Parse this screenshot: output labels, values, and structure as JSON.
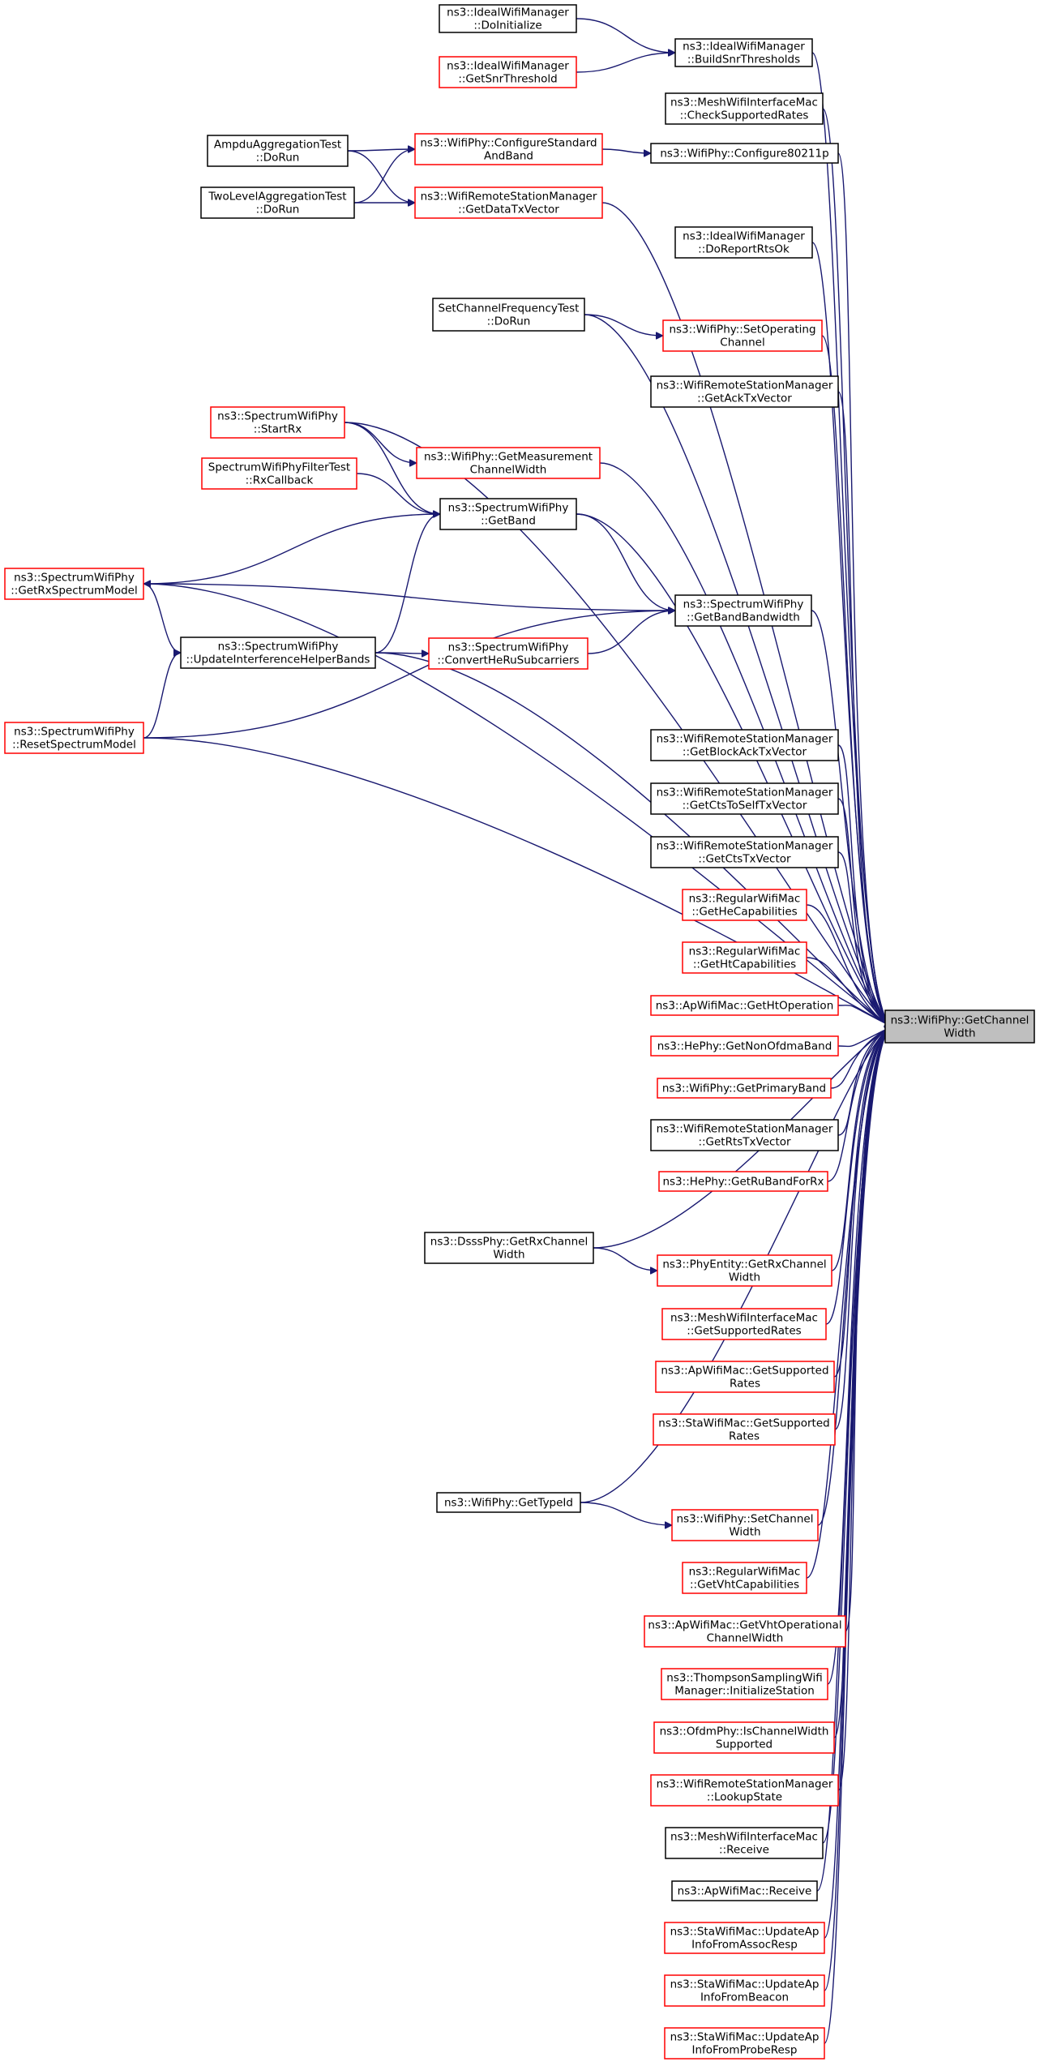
{
  "target": "n_getchannelwidth",
  "nodes": [
    {
      "id": "n_doinit",
      "lines": [
        "ns3::IdealWifiManager",
        "::DoInitialize"
      ],
      "color": "black"
    },
    {
      "id": "n_getsnrthr",
      "lines": [
        "ns3::IdealWifiManager",
        "::GetSnrThreshold"
      ],
      "color": "red"
    },
    {
      "id": "n_buildsnr",
      "lines": [
        "ns3::IdealWifiManager",
        "::BuildSnrThresholds"
      ],
      "color": "black"
    },
    {
      "id": "n_checksupp",
      "lines": [
        "ns3::MeshWifiInterfaceMac",
        "::CheckSupportedRates"
      ],
      "color": "black"
    },
    {
      "id": "n_ampdu",
      "lines": [
        "AmpduAggregationTest",
        "::DoRun"
      ],
      "color": "black"
    },
    {
      "id": "n_twolevel",
      "lines": [
        "TwoLevelAggregationTest",
        "::DoRun"
      ],
      "color": "black"
    },
    {
      "id": "n_configstd",
      "lines": [
        "ns3::WifiPhy::ConfigureStandard",
        "AndBand"
      ],
      "color": "red"
    },
    {
      "id": "n_datatx",
      "lines": [
        "ns3::WifiRemoteStationManager",
        "::GetDataTxVector"
      ],
      "color": "red"
    },
    {
      "id": "n_conf80211p",
      "lines": [
        "ns3::WifiPhy::Configure80211p"
      ],
      "color": "black"
    },
    {
      "id": "n_doreportrts",
      "lines": [
        "ns3::IdealWifiManager",
        "::DoReportRtsOk"
      ],
      "color": "black"
    },
    {
      "id": "n_setchanfreq",
      "lines": [
        "SetChannelFrequencyTest",
        "::DoRun"
      ],
      "color": "black"
    },
    {
      "id": "n_setopchan",
      "lines": [
        "ns3::WifiPhy::SetOperating",
        "Channel"
      ],
      "color": "red"
    },
    {
      "id": "n_acktx",
      "lines": [
        "ns3::WifiRemoteStationManager",
        "::GetAckTxVector"
      ],
      "color": "black"
    },
    {
      "id": "n_startrx",
      "lines": [
        "ns3::SpectrumWifiPhy",
        "::StartRx"
      ],
      "color": "red"
    },
    {
      "id": "n_measchan",
      "lines": [
        "ns3::WifiPhy::GetMeasurement",
        "ChannelWidth"
      ],
      "color": "red"
    },
    {
      "id": "n_rxcallback",
      "lines": [
        "SpectrumWifiPhyFilterTest",
        "::RxCallback"
      ],
      "color": "red"
    },
    {
      "id": "n_getband",
      "lines": [
        "ns3::SpectrumWifiPhy",
        "::GetBand"
      ],
      "color": "black"
    },
    {
      "id": "n_getrxspec",
      "lines": [
        "ns3::SpectrumWifiPhy",
        "::GetRxSpectrumModel"
      ],
      "color": "red"
    },
    {
      "id": "n_bandwidth",
      "lines": [
        "ns3::SpectrumWifiPhy",
        "::GetBandBandwidth"
      ],
      "color": "black"
    },
    {
      "id": "n_updinterf",
      "lines": [
        "ns3::SpectrumWifiPhy",
        "::UpdateInterferenceHelperBands"
      ],
      "color": "black"
    },
    {
      "id": "n_convhe",
      "lines": [
        "ns3::SpectrumWifiPhy",
        "::ConvertHeRuSubcarriers"
      ],
      "color": "red"
    },
    {
      "id": "n_resetspec",
      "lines": [
        "ns3::SpectrumWifiPhy",
        "::ResetSpectrumModel"
      ],
      "color": "red"
    },
    {
      "id": "n_blockack",
      "lines": [
        "ns3::WifiRemoteStationManager",
        "::GetBlockAckTxVector"
      ],
      "color": "black"
    },
    {
      "id": "n_ctstoself",
      "lines": [
        "ns3::WifiRemoteStationManager",
        "::GetCtsToSelfTxVector"
      ],
      "color": "black"
    },
    {
      "id": "n_ctstx",
      "lines": [
        "ns3::WifiRemoteStationManager",
        "::GetCtsTxVector"
      ],
      "color": "black"
    },
    {
      "id": "n_hecap",
      "lines": [
        "ns3::RegularWifiMac",
        "::GetHeCapabilities"
      ],
      "color": "red"
    },
    {
      "id": "n_htcap",
      "lines": [
        "ns3::RegularWifiMac",
        "::GetHtCapabilities"
      ],
      "color": "red"
    },
    {
      "id": "n_htop",
      "lines": [
        "ns3::ApWifiMac::GetHtOperation"
      ],
      "color": "red"
    },
    {
      "id": "n_nonofdma",
      "lines": [
        "ns3::HePhy::GetNonOfdmaBand"
      ],
      "color": "red"
    },
    {
      "id": "n_primaryband",
      "lines": [
        "ns3::WifiPhy::GetPrimaryBand"
      ],
      "color": "red"
    },
    {
      "id": "n_rtstx",
      "lines": [
        "ns3::WifiRemoteStationManager",
        "::GetRtsTxVector"
      ],
      "color": "black"
    },
    {
      "id": "n_ruband",
      "lines": [
        "ns3::HePhy::GetRuBandForRx"
      ],
      "color": "red"
    },
    {
      "id": "n_dsssrx",
      "lines": [
        "ns3::DsssPhy::GetRxChannel",
        "Width"
      ],
      "color": "black"
    },
    {
      "id": "n_phyentrx",
      "lines": [
        "ns3::PhyEntity::GetRxChannel",
        "Width"
      ],
      "color": "red"
    },
    {
      "id": "n_meshsupp",
      "lines": [
        "ns3::MeshWifiInterfaceMac",
        "::GetSupportedRates"
      ],
      "color": "red"
    },
    {
      "id": "n_apsupp",
      "lines": [
        "ns3::ApWifiMac::GetSupported",
        "Rates"
      ],
      "color": "red"
    },
    {
      "id": "n_stasupp",
      "lines": [
        "ns3::StaWifiMac::GetSupported",
        "Rates"
      ],
      "color": "red"
    },
    {
      "id": "n_typeid",
      "lines": [
        "ns3::WifiPhy::GetTypeId"
      ],
      "color": "black"
    },
    {
      "id": "n_setchanw",
      "lines": [
        "ns3::WifiPhy::SetChannel",
        "Width"
      ],
      "color": "red"
    },
    {
      "id": "n_vhtcap",
      "lines": [
        "ns3::RegularWifiMac",
        "::GetVhtCapabilities"
      ],
      "color": "red"
    },
    {
      "id": "n_vhtop",
      "lines": [
        "ns3::ApWifiMac::GetVhtOperational",
        "ChannelWidth"
      ],
      "color": "red"
    },
    {
      "id": "n_thompson",
      "lines": [
        "ns3::ThompsonSamplingWifi",
        "Manager::InitializeStation"
      ],
      "color": "red"
    },
    {
      "id": "n_ischanw",
      "lines": [
        "ns3::OfdmPhy::IsChannelWidth",
        "Supported"
      ],
      "color": "red"
    },
    {
      "id": "n_lookup",
      "lines": [
        "ns3::WifiRemoteStationManager",
        "::LookupState"
      ],
      "color": "red"
    },
    {
      "id": "n_meshrecv",
      "lines": [
        "ns3::MeshWifiInterfaceMac",
        "::Receive"
      ],
      "color": "black"
    },
    {
      "id": "n_aprecv",
      "lines": [
        "ns3::ApWifiMac::Receive"
      ],
      "color": "black"
    },
    {
      "id": "n_upassoc",
      "lines": [
        "ns3::StaWifiMac::UpdateAp",
        "InfoFromAssocResp"
      ],
      "color": "red"
    },
    {
      "id": "n_upbeacon",
      "lines": [
        "ns3::StaWifiMac::UpdateAp",
        "InfoFromBeacon"
      ],
      "color": "red"
    },
    {
      "id": "n_upprobe",
      "lines": [
        "ns3::StaWifiMac::UpdateAp",
        "InfoFromProbeResp"
      ],
      "color": "red"
    },
    {
      "id": "n_getchannelwidth",
      "lines": [
        "ns3::WifiPhy::GetChannel",
        "Width"
      ],
      "color": "target"
    }
  ],
  "edges": [
    [
      "n_doinit",
      "n_buildsnr"
    ],
    [
      "n_getsnrthr",
      "n_buildsnr"
    ],
    [
      "n_ampdu",
      "n_configstd"
    ],
    [
      "n_ampdu",
      "n_datatx"
    ],
    [
      "n_twolevel",
      "n_configstd"
    ],
    [
      "n_twolevel",
      "n_datatx"
    ],
    [
      "n_configstd",
      "n_conf80211p"
    ],
    [
      "n_setchanfreq",
      "n_setopchan"
    ],
    [
      "n_startrx",
      "n_measchan"
    ],
    [
      "n_startrx",
      "n_getband"
    ],
    [
      "n_rxcallback",
      "n_getband"
    ],
    [
      "n_getband",
      "n_getrxspec"
    ],
    [
      "n_getband",
      "n_bandwidth"
    ],
    [
      "n_getrxspec",
      "n_bandwidth"
    ],
    [
      "n_getrxspec",
      "n_updinterf"
    ],
    [
      "n_updinterf",
      "n_getband"
    ],
    [
      "n_updinterf",
      "n_convhe"
    ],
    [
      "n_convhe",
      "n_bandwidth"
    ],
    [
      "n_resetspec",
      "n_updinterf"
    ],
    [
      "n_resetspec",
      "n_bandwidth"
    ],
    [
      "n_dsssrx",
      "n_phyentrx"
    ],
    [
      "n_typeid",
      "n_setchanw"
    ],
    [
      "n_buildsnr",
      "n_getchannelwidth"
    ],
    [
      "n_checksupp",
      "n_getchannelwidth"
    ],
    [
      "n_conf80211p",
      "n_getchannelwidth"
    ],
    [
      "n_datatx",
      "n_getchannelwidth"
    ],
    [
      "n_doreportrts",
      "n_getchannelwidth"
    ],
    [
      "n_setchanfreq",
      "n_getchannelwidth"
    ],
    [
      "n_setopchan",
      "n_getchannelwidth"
    ],
    [
      "n_acktx",
      "n_getchannelwidth"
    ],
    [
      "n_startrx",
      "n_getchannelwidth"
    ],
    [
      "n_measchan",
      "n_getchannelwidth"
    ],
    [
      "n_getband",
      "n_getchannelwidth"
    ],
    [
      "n_getrxspec",
      "n_getchannelwidth"
    ],
    [
      "n_bandwidth",
      "n_getchannelwidth"
    ],
    [
      "n_updinterf",
      "n_getchannelwidth"
    ],
    [
      "n_resetspec",
      "n_getchannelwidth"
    ],
    [
      "n_blockack",
      "n_getchannelwidth"
    ],
    [
      "n_ctstoself",
      "n_getchannelwidth"
    ],
    [
      "n_ctstx",
      "n_getchannelwidth"
    ],
    [
      "n_hecap",
      "n_getchannelwidth"
    ],
    [
      "n_htcap",
      "n_getchannelwidth"
    ],
    [
      "n_htop",
      "n_getchannelwidth"
    ],
    [
      "n_nonofdma",
      "n_getchannelwidth"
    ],
    [
      "n_primaryband",
      "n_getchannelwidth"
    ],
    [
      "n_rtstx",
      "n_getchannelwidth"
    ],
    [
      "n_ruband",
      "n_getchannelwidth"
    ],
    [
      "n_dsssrx",
      "n_getchannelwidth"
    ],
    [
      "n_phyentrx",
      "n_getchannelwidth"
    ],
    [
      "n_meshsupp",
      "n_getchannelwidth"
    ],
    [
      "n_apsupp",
      "n_getchannelwidth"
    ],
    [
      "n_stasupp",
      "n_getchannelwidth"
    ],
    [
      "n_typeid",
      "n_getchannelwidth"
    ],
    [
      "n_setchanw",
      "n_getchannelwidth"
    ],
    [
      "n_vhtcap",
      "n_getchannelwidth"
    ],
    [
      "n_vhtop",
      "n_getchannelwidth"
    ],
    [
      "n_thompson",
      "n_getchannelwidth"
    ],
    [
      "n_ischanw",
      "n_getchannelwidth"
    ],
    [
      "n_lookup",
      "n_getchannelwidth"
    ],
    [
      "n_meshrecv",
      "n_getchannelwidth"
    ],
    [
      "n_aprecv",
      "n_getchannelwidth"
    ],
    [
      "n_upassoc",
      "n_getchannelwidth"
    ],
    [
      "n_upbeacon",
      "n_getchannelwidth"
    ],
    [
      "n_upprobe",
      "n_getchannelwidth"
    ]
  ]
}
